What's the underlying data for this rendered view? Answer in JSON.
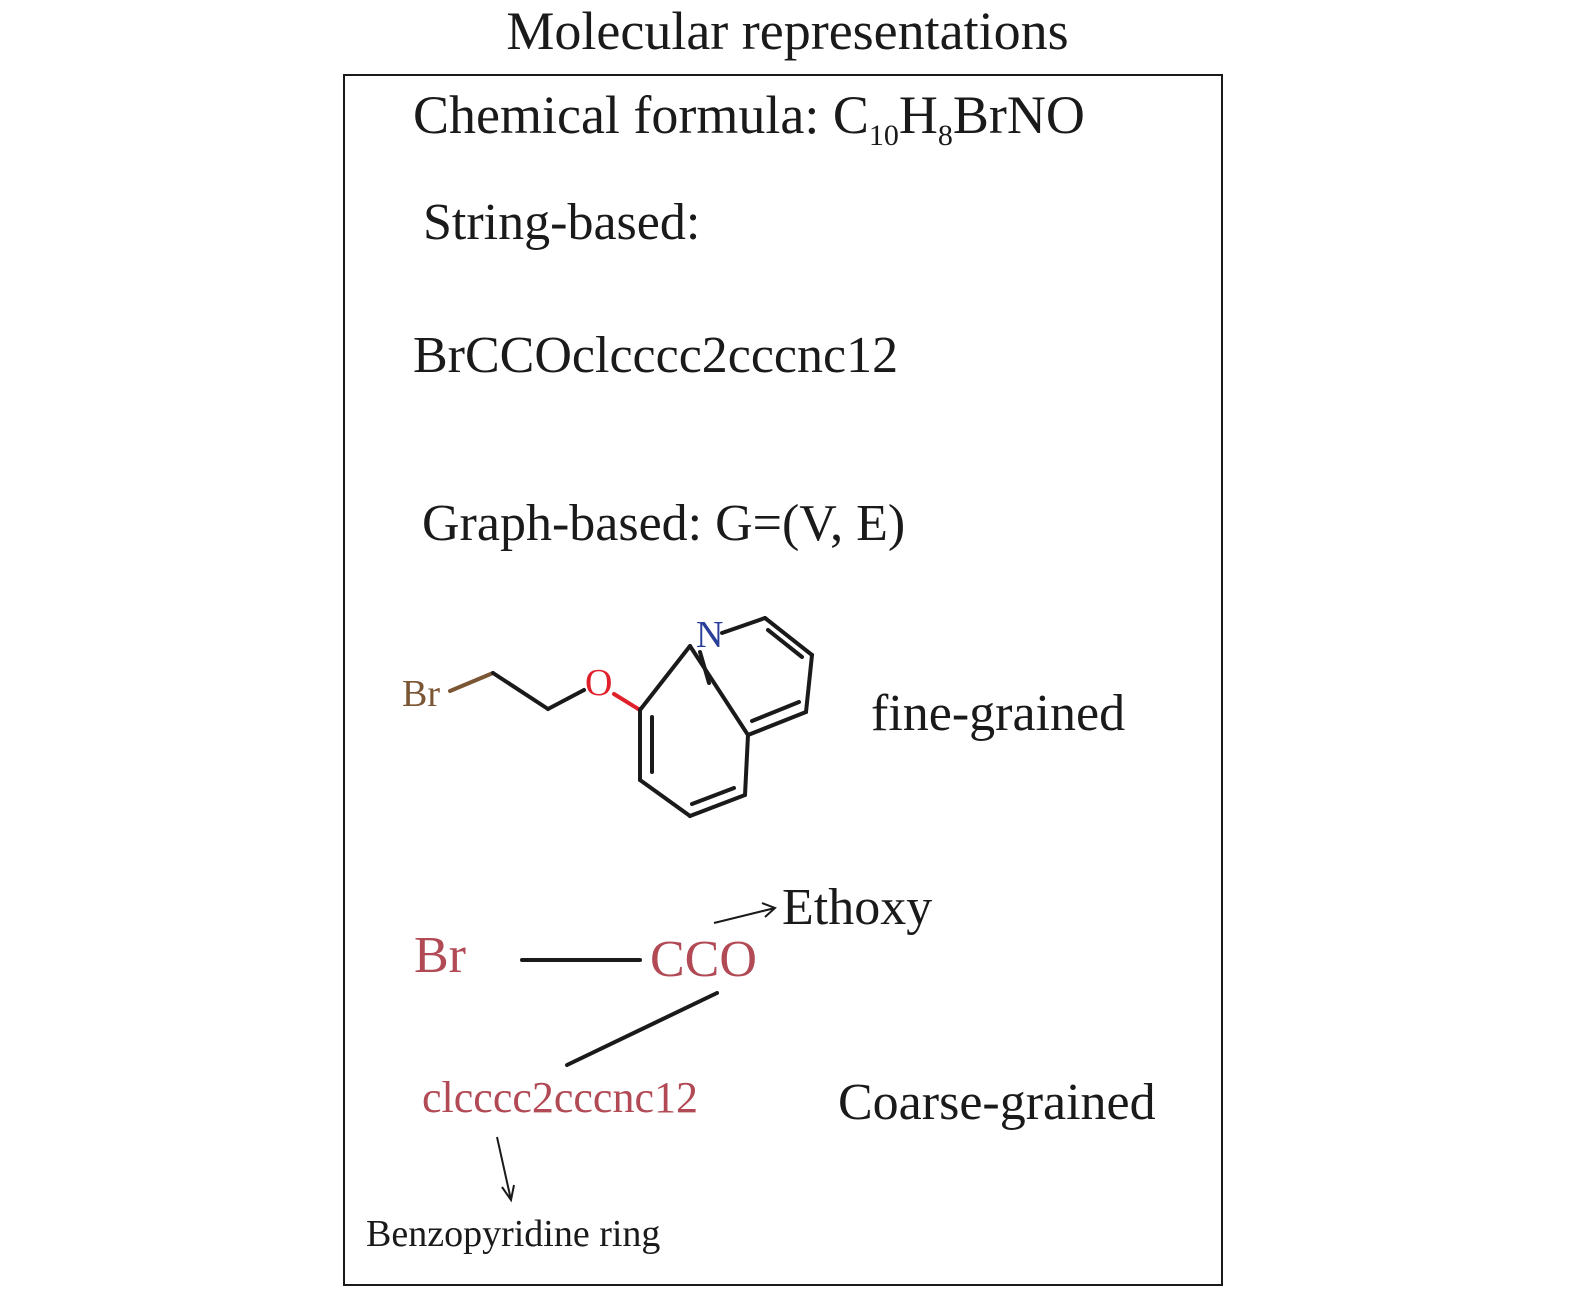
{
  "title": "Molecular representations",
  "formula": {
    "prefix": "Chemical formula: C",
    "sub1": "10",
    "h": "H",
    "sub2": "8",
    "rest": "BrNO"
  },
  "string_section": {
    "heading": "String-based:",
    "smiles": "BrCCOclcccc2cccnc12"
  },
  "graph_section": {
    "heading": "Graph-based: G=(V, E)",
    "fine_label": "fine-grained",
    "coarse_label": "Coarse-grained"
  },
  "molecule": {
    "atom_br": "Br",
    "atom_o": "O",
    "atom_n": "N",
    "colors": {
      "br": "#7b5634",
      "o": "#e0202a",
      "n": "#2a3f9a",
      "bond": "#1a1a1a"
    }
  },
  "coarse_graph": {
    "node_br": "Br",
    "node_cco": "CCO",
    "node_ring": "clcccc2cccnc12",
    "annotation_cco": "Ethoxy",
    "annotation_ring": "Benzopyridine ring",
    "node_color": "#b14a55"
  }
}
